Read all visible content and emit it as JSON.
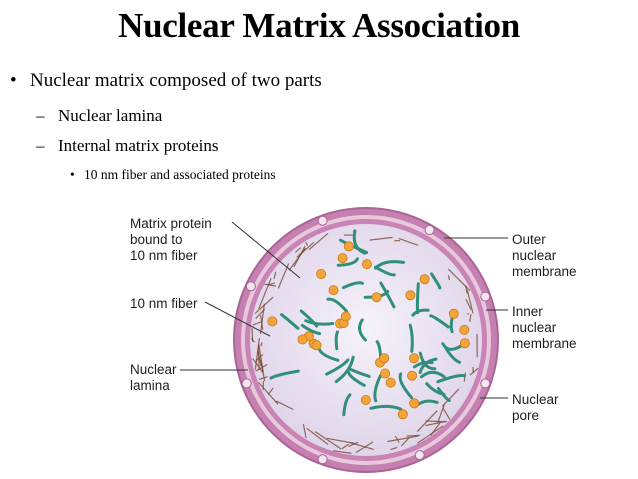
{
  "title": "Nuclear Matrix Association",
  "bullets": {
    "level1": "Nuclear matrix composed of two parts",
    "level2": [
      "Nuclear lamina",
      "Internal matrix proteins"
    ],
    "level3": "10 nm fiber and associated proteins",
    "marks": {
      "level1": "•",
      "level2": "–",
      "level3": "•"
    }
  },
  "labels": {
    "matrix_protein": [
      "Matrix protein",
      "bound to",
      "10 nm fiber"
    ],
    "fiber": [
      "10 nm fiber"
    ],
    "lamina": [
      "Nuclear",
      "lamina"
    ],
    "outer_membrane": [
      "Outer",
      "nuclear",
      "membrane"
    ],
    "inner_membrane": [
      "Inner",
      "nuclear",
      "membrane"
    ],
    "pore": [
      "Nuclear",
      "pore"
    ]
  },
  "colors": {
    "membrane": "#c67fb1",
    "nucleoplasm": "#ece6f2",
    "lamina": "#7a4a32",
    "fiber": "#2f8f7b",
    "protein": "#f2a43a"
  }
}
